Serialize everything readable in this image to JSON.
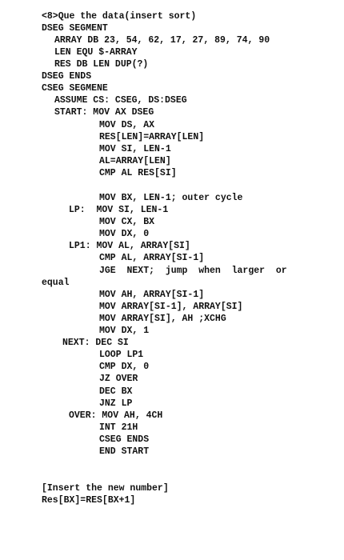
{
  "document": {
    "lines": [
      "<8>Que the data(insert sort)",
      "DSEG SEGMENT",
      "ARRAY DB 23, 54, 62, 17, 27, 89, 74, 90",
      "LEN EQU $-ARRAY",
      "RES DB LEN DUP(?)",
      "DSEG ENDS",
      "CSEG SEGMENE",
      "ASSUME CS: CSEG, DS:DSEG",
      "START: MOV AX DSEG",
      "MOV DS, AX",
      "RES[LEN]=ARRAY[LEN]",
      "MOV SI, LEN-1",
      "AL=ARRAY[LEN]",
      "CMP AL RES[SI]",
      "MOV BX, LEN-1; outer cycle",
      "LP:  MOV SI, LEN-1",
      "MOV CX, BX",
      "MOV DX, 0",
      "LP1: MOV AL, ARRAY[SI]",
      "CMP AL, ARRAY[SI-1]",
      "JGE  NEXT;  jump  when  larger  or",
      "equal",
      "MOV AH, ARRAY[SI-1]",
      "MOV ARRAY[SI-1], ARRAY[SI]",
      "MOV ARRAY[SI], AH ;XCHG",
      "MOV DX, 1",
      "NEXT: DEC SI",
      "LOOP LP1",
      "CMP DX, 0",
      "JZ OVER",
      "DEC BX",
      "JNZ LP",
      "OVER: MOV AH, 4CH",
      "INT 21H",
      "CSEG ENDS",
      "END START",
      "[Insert the new number]",
      "Res[BX]=RES[BX+1]"
    ]
  }
}
